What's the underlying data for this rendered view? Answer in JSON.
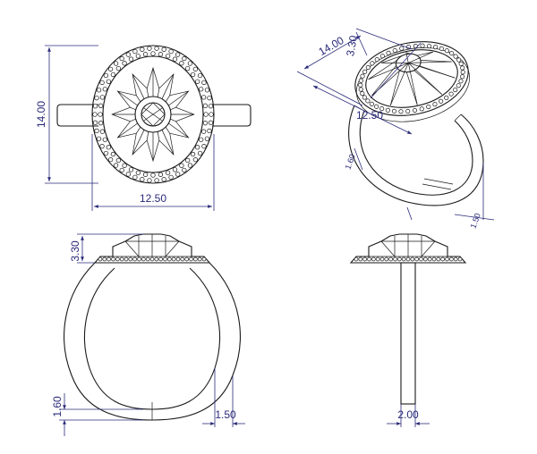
{
  "dimensions": {
    "top_height": "14.00",
    "top_width": "12.50",
    "iso_width": "14.00",
    "iso_depth": "3.30",
    "iso_side": "12.50",
    "iso_band": "1.60",
    "iso_small": "1.50",
    "front_height": "3.30",
    "front_band": "1.60",
    "front_width": "1.50",
    "side_width": "2.00"
  },
  "colors": {
    "ink": "#1a1a1a",
    "dimension": "#2a2a7a"
  }
}
